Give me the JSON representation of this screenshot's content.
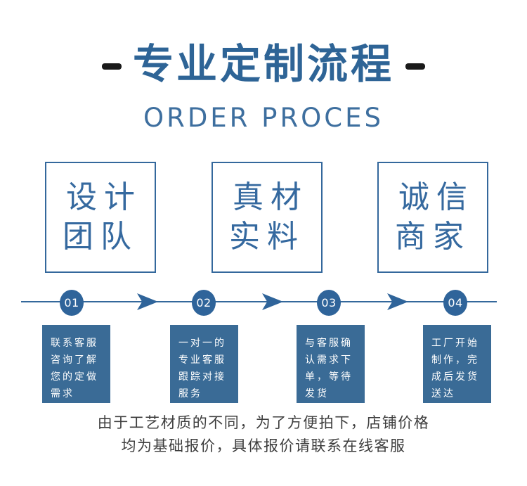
{
  "header": {
    "title": "专业定制流程",
    "subtitle": "ORDER PROCES"
  },
  "features": [
    {
      "text": "设计\n团队"
    },
    {
      "text": "真材\n实料"
    },
    {
      "text": "诚信\n商家"
    }
  ],
  "steps": [
    {
      "number": "01",
      "desc": "联系客服\n咨询了解\n您的定做\n需求"
    },
    {
      "number": "02",
      "desc": "一对一的\n专业客服\n跟踪对接\n服务"
    },
    {
      "number": "03",
      "desc": "与客服确\n认需求下\n单，等待\n发货"
    },
    {
      "number": "04",
      "desc": "工厂开始\n制作，完\n成后发货\n送达"
    }
  ],
  "footer": {
    "line1": "由于工艺材质的不同，为了方便拍下，店铺价格",
    "line2": "均为基础报价，具体报价请联系在线客服"
  },
  "colors": {
    "title_blue": "#2e6496",
    "subtitle_blue": "#3e6f9f",
    "box_border_blue": "#34689c",
    "box_text_blue": "#35699f",
    "step_box_bg": "#3a6b96",
    "circle_bg": "#2f649a",
    "timeline_line": "#34689b",
    "footer_text": "#3d3d3d",
    "dash_black": "#1a1a1a"
  }
}
